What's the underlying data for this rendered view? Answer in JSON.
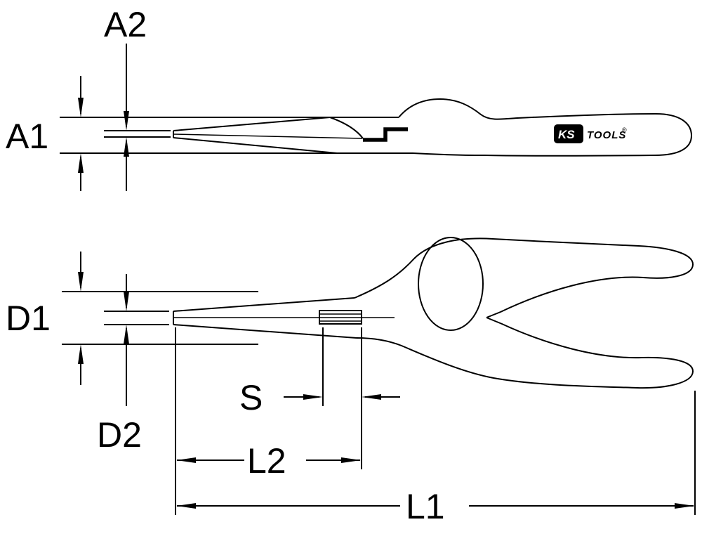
{
  "diagram": {
    "background": "#ffffff",
    "line_color": "#000000",
    "labels": {
      "a2": "A2",
      "a1": "A1",
      "d1": "D1",
      "d2": "D2",
      "s": "S",
      "l2": "L2",
      "l1": "L1"
    },
    "brand": {
      "ks": "KS",
      "tools": "TOOLS",
      "registered": "®"
    }
  }
}
